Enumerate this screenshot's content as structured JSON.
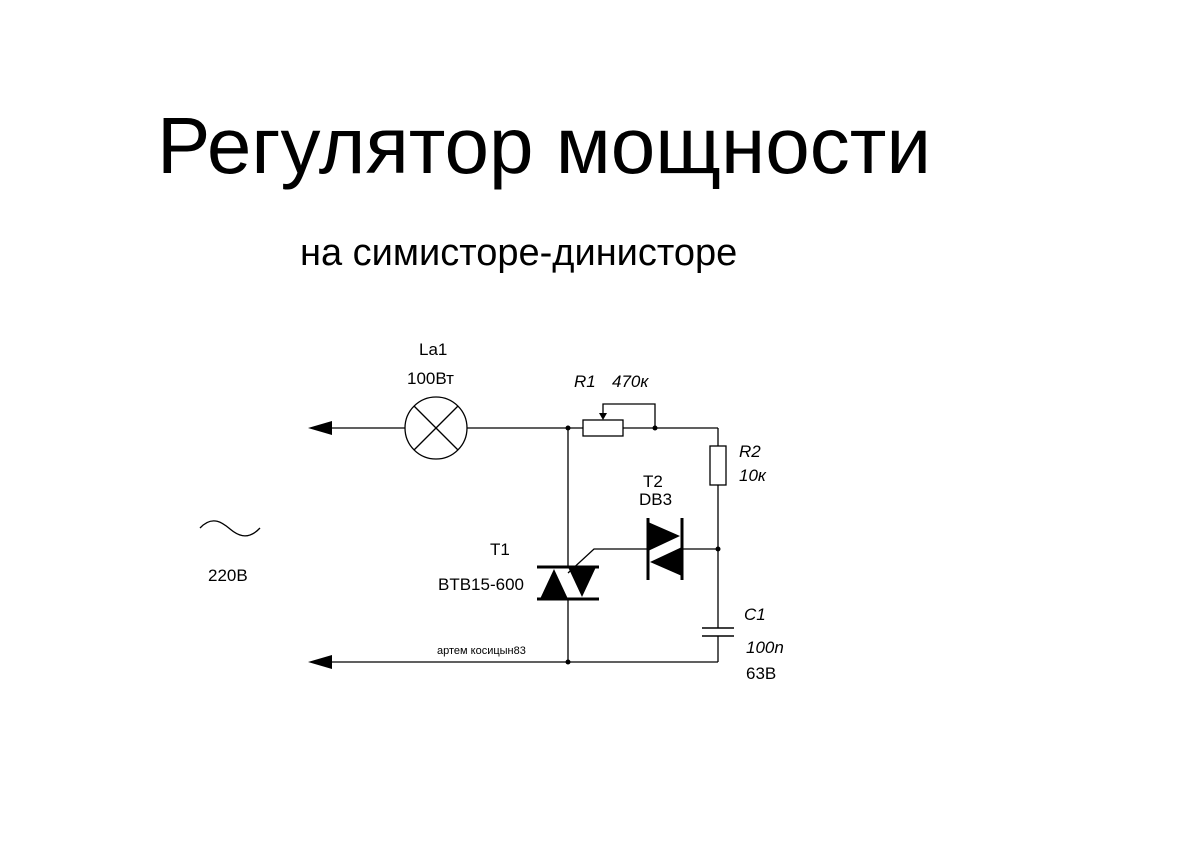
{
  "title": "Регулятор мощности",
  "subtitle": "на симисторе-динисторе",
  "components": {
    "lamp": {
      "ref": "La1",
      "value": "100Вт"
    },
    "r1": {
      "ref": "R1",
      "value": "470к"
    },
    "r2": {
      "ref": "R2",
      "value": "10к"
    },
    "t2": {
      "ref": "T2",
      "value": "DB3"
    },
    "t1": {
      "ref": "T1",
      "value": "BTB15-600"
    },
    "c1": {
      "ref": "C1",
      "value": "100n",
      "voltage": "63В"
    }
  },
  "source": {
    "label": "220В"
  },
  "author": "артем косицын83"
}
